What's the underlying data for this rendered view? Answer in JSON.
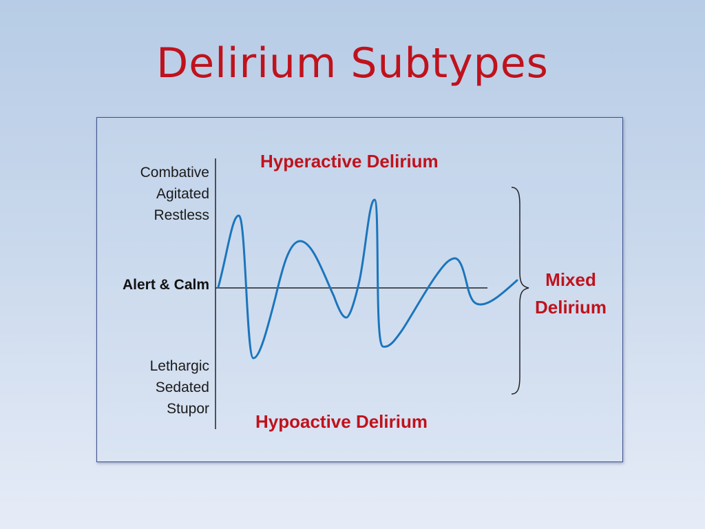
{
  "slide": {
    "title": "Delirium Subtypes",
    "title_color": "#c0121c"
  },
  "diagram": {
    "hyperactive_label": "Hyperactive Delirium",
    "hypoactive_label": "Hypoactive Delirium",
    "mixed_label_line1": "Mixed",
    "mixed_label_line2": "Delirium",
    "label_color": "#c0121c",
    "wave_color": "#1b75bc",
    "upper_states": [
      "Combative",
      "Agitated",
      "Restless"
    ],
    "baseline_state": "Alert & Calm",
    "lower_states": [
      "Lethargic",
      "Sedated",
      "Stupor"
    ]
  }
}
